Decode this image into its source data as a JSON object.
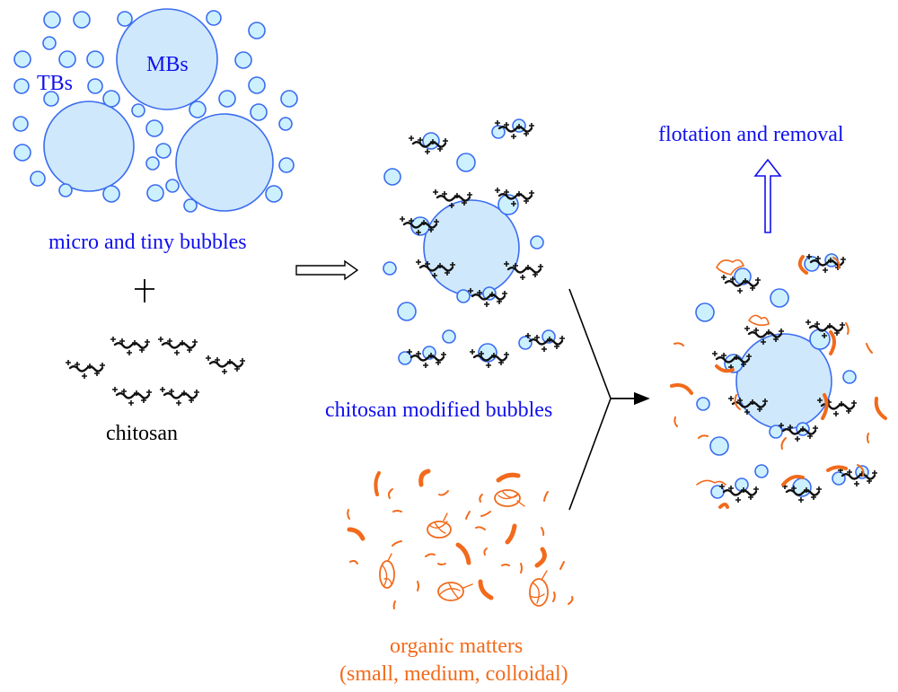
{
  "figure": {
    "labels": {
      "mbs": "MBs",
      "tbs": "TBs",
      "micro_tiny_bubbles": "micro and tiny bubbles",
      "plus_sign": "+",
      "chitosan": "chitosan",
      "chitosan_modified_bubbles": "chitosan modified bubbles",
      "flotation_removal": "flotation and removal",
      "organic_matters": "organic matters",
      "organic_matters_types": "(small, medium, colloidal)"
    },
    "colors": {
      "label_blue": "#1010ee",
      "organic_orange": "#f26a1b",
      "bubble_fill": "#cdf0ff",
      "bubble_stroke": "#3a6cf0"
    },
    "stages": [
      "micro and tiny bubbles",
      "chitosan",
      "chitosan modified bubbles",
      "organic matters",
      "flotation and removal"
    ]
  }
}
